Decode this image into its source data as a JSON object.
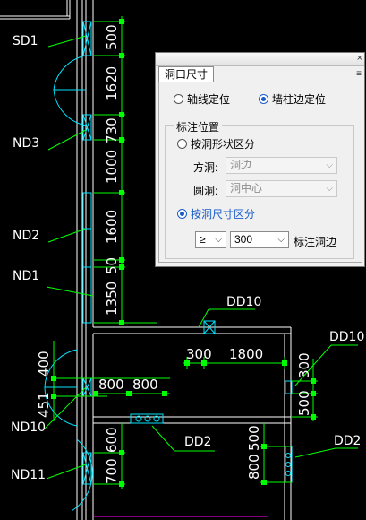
{
  "drawing": {
    "dims_vertical": [
      "500",
      "1620",
      "730",
      "1000",
      "1600",
      "50",
      "1350"
    ],
    "dims_mid": [
      "400",
      "451",
      "800",
      "800",
      "300",
      "1800",
      "300",
      "500",
      "600",
      "700",
      "800",
      "500"
    ],
    "labels": [
      "SD1",
      "ND3",
      "ND2",
      "ND1",
      "ND10",
      "ND11",
      "DD10",
      "DD10",
      "DD2",
      "DD2"
    ],
    "colors": {
      "wall": "#ffffff",
      "door": "#00e5ff",
      "dim": "#00ff00",
      "text": "#ffffff",
      "accent": "#ff00ff"
    }
  },
  "panel": {
    "tab": "洞口尺寸",
    "close_icon": "×",
    "menu_icon": "≡",
    "locate": {
      "axis": "轴线定位",
      "wall": "墙柱边定位",
      "selected": "wall"
    },
    "group_title": "标注位置",
    "by_shape": "按洞形状区分",
    "square_label": "方洞:",
    "square_value": "洞边",
    "round_label": "圆洞:",
    "round_value": "洞中心",
    "by_size": "按洞尺寸区分",
    "size_mode": "by_size",
    "op_value": "≥",
    "size_value": "300",
    "size_suffix": "标注洞边"
  }
}
